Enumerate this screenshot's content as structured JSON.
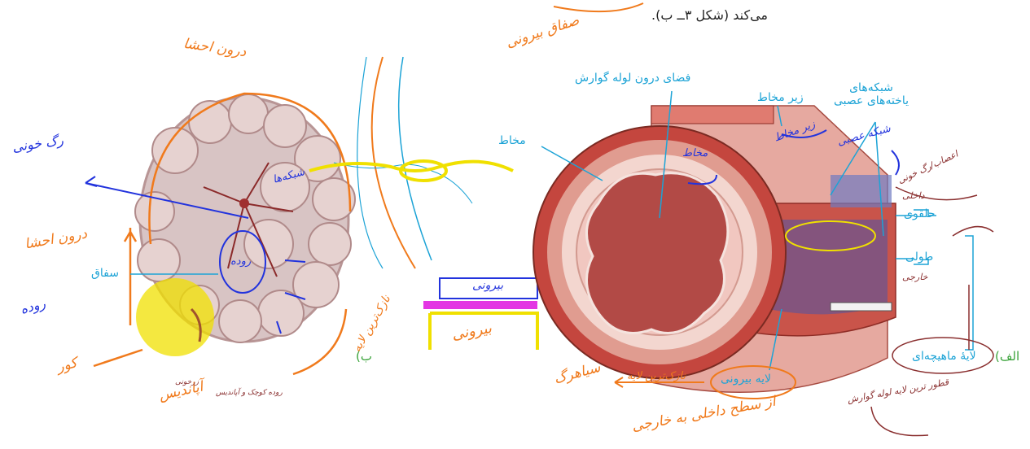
{
  "colors": {
    "print_label": "#1ca3d6",
    "print_green": "#3aa33a",
    "ink_orange": "#f07a1c",
    "ink_blue": "#2233dd",
    "ink_brown": "#8a2f2f",
    "highlight_yellow": "#f0e000",
    "highlight_magenta": "#e020e0",
    "tissue_pink": "#d9a3a0",
    "muscle_red": "#c4463e"
  },
  "caption": {
    "top": "می‌کند (شکل ۳ــ ب).",
    "left_fig": "ب)",
    "right_fig": "الف)"
  },
  "right_diagram": {
    "lumen": "فضای درون لوله گوارش",
    "mucosa": "مخاط",
    "submucosa": "زیر مخاط",
    "nerve_plexus": "شبکه‌های یاخته‌های عصبی",
    "circular": "حلقوی",
    "longitudinal": "طولی",
    "muscle_layer": "لایهٔ ماهیچه‌ای",
    "serosa": "لایه بیرونی"
  },
  "left_diagram": {
    "mesentery": "سفاق"
  },
  "handwritten": {
    "outer_wall": "صفاق بیرونی",
    "visceral": "درون احشا",
    "bloodvessel": "رگ خونی",
    "intestines_left": "درون احشا",
    "appendix": "آپاندیس",
    "colon": "کور",
    "mesentery_note": "روده",
    "inner_note": "شبکه‌ها",
    "blue_circle": "روده",
    "brown_small_1": "زرخونی",
    "brown_small_2": "روده کوچک و آپاندیس",
    "outer_box": "بیرونی",
    "yellow_box": "بیرونی",
    "orange_bottom_1": "سیاهرگ",
    "orange_bottom_2": "از سطح داخلی به خارجی",
    "mucosa_ink": "مخاط",
    "submucosa_ink": "زیر مخاط",
    "nerve_ink": "شبکه عصبی",
    "right_margin_1": "اعصاب/رگ خونی",
    "right_margin_2": "داخلی",
    "right_margin_3": "خارجی",
    "bottom_right": "قطور ترین لایه لوله گوارش",
    "arrow_note": "نازک‌ترین لایه"
  }
}
